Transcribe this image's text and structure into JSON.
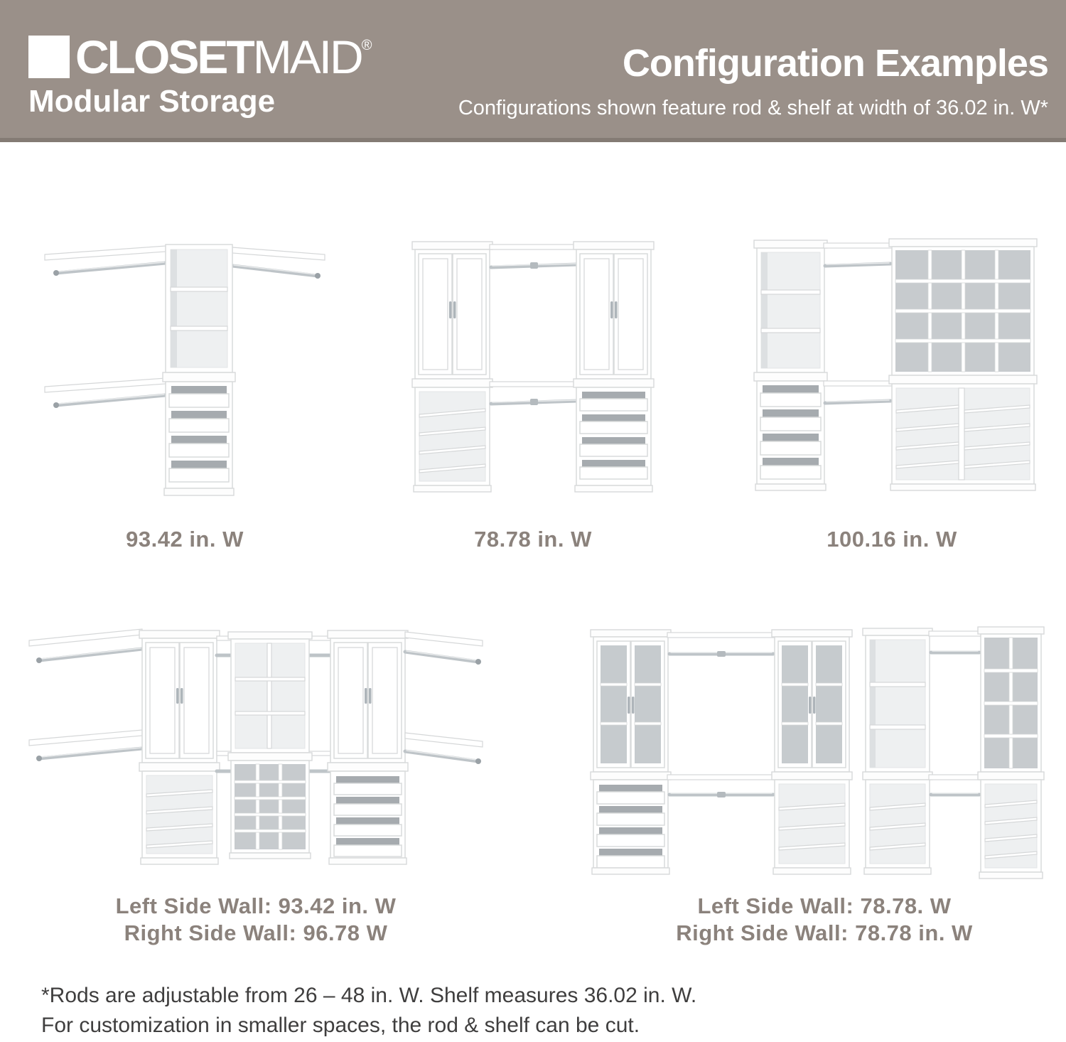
{
  "header": {
    "brand_bold": "CLOSET",
    "brand_light": "MAID",
    "registered": "®",
    "tagline": "Modular Storage",
    "title": "Configuration Examples",
    "subtitle": "Configurations shown feature rod & shelf at width of 36.02 in. W*"
  },
  "configurations": [
    {
      "label": "93.42 in. W"
    },
    {
      "label": "78.78 in. W"
    },
    {
      "label": "100.16 in. W"
    },
    {
      "label_line1": "Left Side Wall: 93.42 in. W",
      "label_line2": "Right Side Wall: 96.78 W"
    },
    {
      "label_line1": "Left Side Wall: 78.78. W",
      "label_line2": "Right Side Wall: 78.78 in. W"
    }
  ],
  "footnote": {
    "line1": "*Rods are adjustable from 26 – 48 in. W. Shelf measures 36.02 in. W.",
    "line2": "For customization in smaller spaces, the rod & shelf can be cut."
  },
  "colors": {
    "header_background": "#9a9089",
    "header_text": "#ffffff",
    "label_text": "#8b827c",
    "footnote_text": "#3f3e3e"
  }
}
